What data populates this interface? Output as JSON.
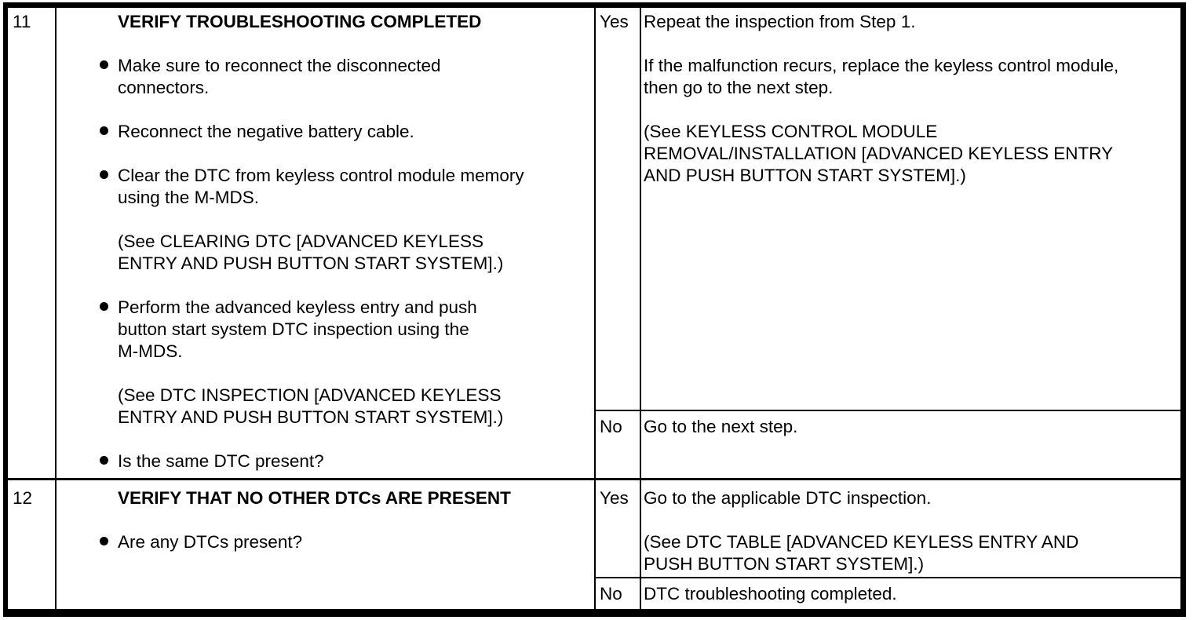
{
  "colors": {
    "background": "#ffffff",
    "text": "#000000",
    "border": "#000000"
  },
  "table": {
    "rows": [
      {
        "step": "11",
        "inspection": {
          "heading": "VERIFY TROUBLESHOOTING COMPLETED",
          "blocks": [
            {
              "type": "bullet",
              "text": "Make sure to reconnect the disconnected\nconnectors."
            },
            {
              "type": "bullet",
              "text": "Reconnect the negative battery cable."
            },
            {
              "type": "bullet",
              "text": "Clear the DTC from keyless control module memory\nusing the M-MDS."
            },
            {
              "type": "note",
              "text": "(See CLEARING DTC [ADVANCED KEYLESS\nENTRY AND PUSH BUTTON START SYSTEM].)"
            },
            {
              "type": "bullet",
              "text": "Perform the advanced keyless entry and push\nbutton start system DTC inspection using the\nM-MDS."
            },
            {
              "type": "note",
              "text": "(See DTC INSPECTION [ADVANCED KEYLESS\nENTRY AND PUSH BUTTON START SYSTEM].)"
            },
            {
              "type": "bullet",
              "text": "Is the same DTC present?"
            }
          ]
        },
        "yes": {
          "label": "Yes",
          "text": "Repeat the inspection from Step 1.\n\nIf the malfunction recurs, replace the keyless control module,\nthen go to the next step.\n\n(See KEYLESS CONTROL MODULE\nREMOVAL/INSTALLATION [ADVANCED KEYLESS ENTRY\nAND PUSH BUTTON START SYSTEM].)"
        },
        "no": {
          "label": "No",
          "text": "Go to the next step."
        }
      },
      {
        "step": "12",
        "inspection": {
          "heading": "VERIFY THAT NO OTHER DTCs ARE PRESENT",
          "blocks": [
            {
              "type": "bullet",
              "text": "Are any DTCs present?"
            }
          ]
        },
        "yes": {
          "label": "Yes",
          "text": "Go to the applicable DTC inspection.\n\n(See DTC TABLE [ADVANCED KEYLESS ENTRY AND\nPUSH BUTTON START SYSTEM].)"
        },
        "no": {
          "label": "No",
          "text": "DTC troubleshooting completed."
        }
      }
    ]
  }
}
